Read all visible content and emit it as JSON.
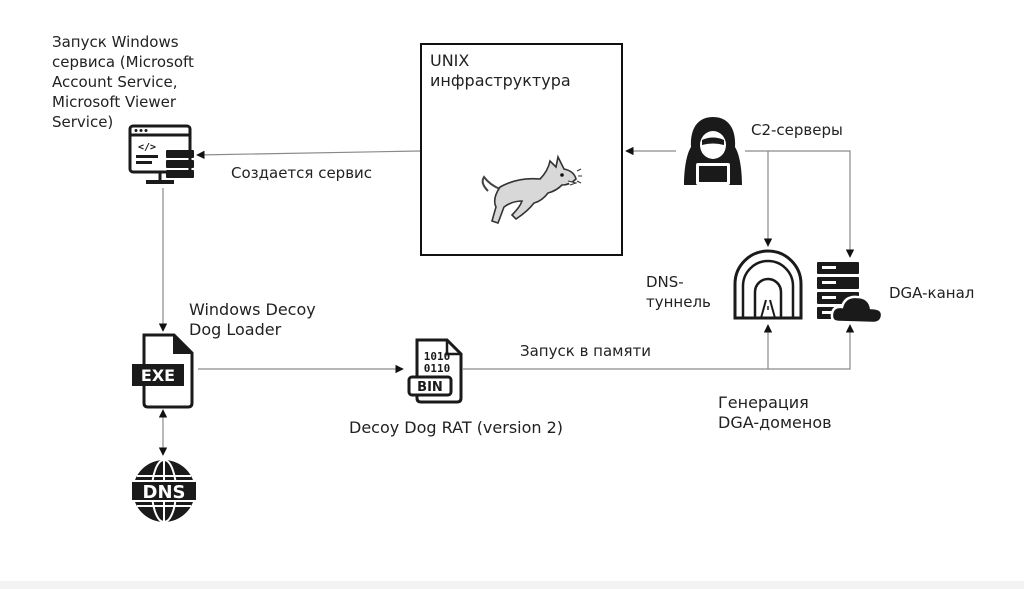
{
  "labels": {
    "service_launch": "Запуск Windows\nсервиса (Microsoft\nAccount Service,\nMicrosoft Viewer\nService)",
    "unix_infra": "UNIX\nинфраструктура",
    "service_created": "Создается сервис",
    "c2_servers": "C2-серверы",
    "dns_tunnel": "DNS-\nтуннель",
    "dga_channel": "DGA-канал",
    "loader": "Windows Decoy\nDog Loader",
    "memory_launch": "Запуск в памяти",
    "rat": "Decoy Dog RAT (version 2)",
    "dga_generation": "Генерация\nDGA-доменов"
  },
  "icons": {
    "exe_text": "EXE",
    "bin_top": "1010",
    "bin_mid": "0110",
    "bin_text": "BIN",
    "dns_text": "DNS"
  },
  "colors": {
    "wire": "#8a8a8a",
    "icon": "#1a1a1a",
    "text": "#222222"
  }
}
